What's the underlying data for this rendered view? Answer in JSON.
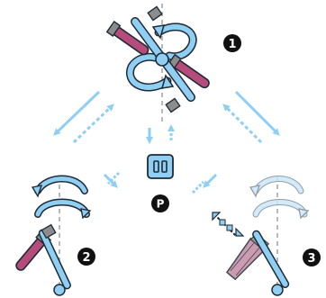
{
  "steps": {
    "one": "1",
    "two": "2",
    "three": "3"
  },
  "center": {
    "pause_glyph": "II",
    "p_label": "P"
  },
  "colors": {
    "arrow_light": "#8ecff3",
    "arrow_pale": "#cce8f8",
    "outline": "#1f2a35",
    "tube_fill": "#b54c7c",
    "tube_fill_faded": "#c48aa5",
    "cap_gray": "#8c8c8c",
    "axis_gray": "#9a9a9a"
  },
  "icons": [
    "rotation-arrows-icon",
    "test-tube-icon",
    "pause-icon",
    "pipette-icon"
  ]
}
